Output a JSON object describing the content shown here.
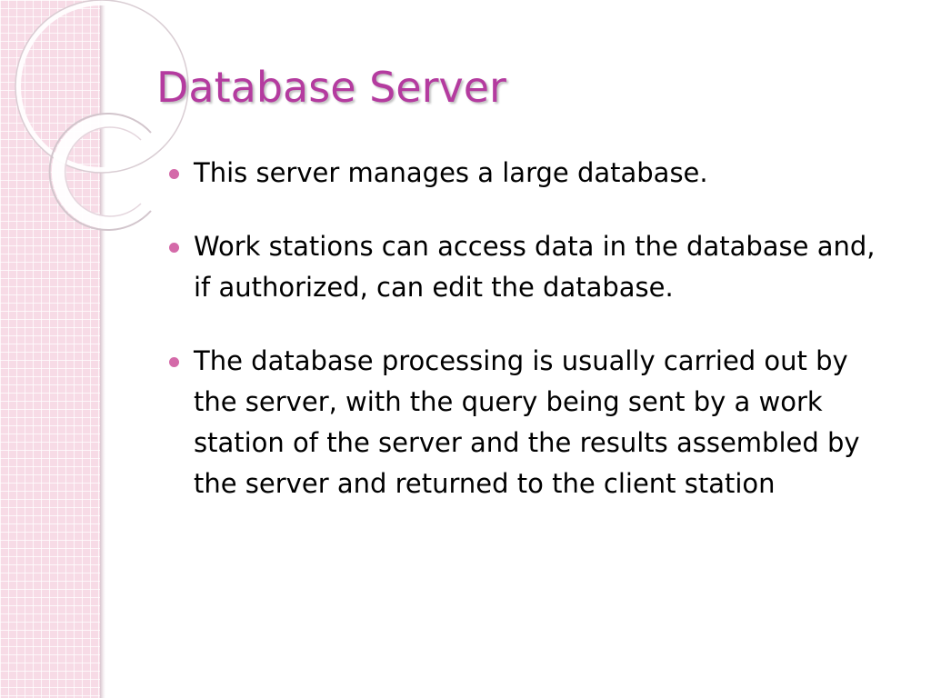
{
  "slide": {
    "title": "Database Server",
    "bullets": [
      "This server manages a large database.",
      " Work stations can access data in the database and, if authorized, can edit the database.",
      "The database processing is usually carried out by the server, with the query being sent by a work station of the server and the results assembled by the server and returned to the client station"
    ]
  },
  "colors": {
    "title": "#b43b9f",
    "bullet": "#d46aa9",
    "side_panel": "#f7dbe6",
    "text": "#000000"
  },
  "icons": {
    "bullet": "filled-circle",
    "decoration": "concentric-rings"
  }
}
